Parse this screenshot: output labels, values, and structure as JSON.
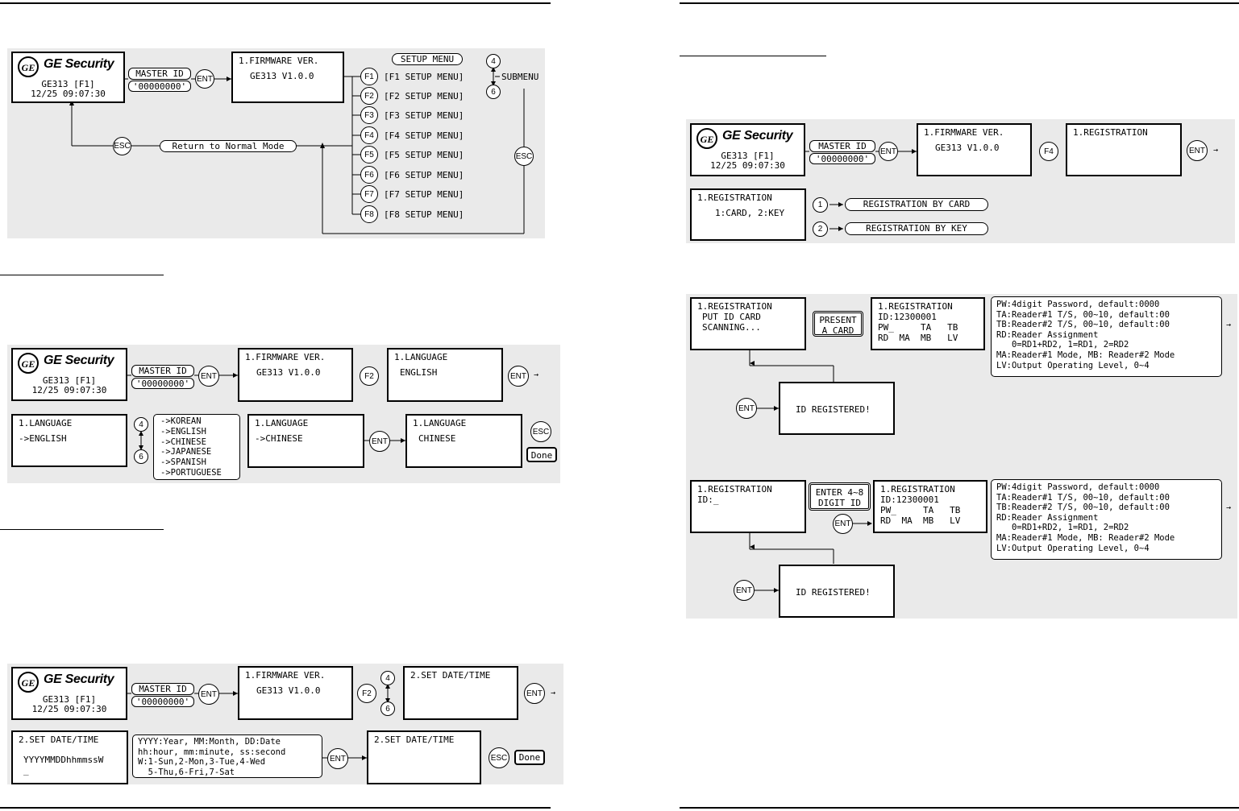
{
  "ge_screen": {
    "brand": "GE Security",
    "logo": "GE",
    "model": "GE313 [F1]",
    "clock": "12/25 09:07:30"
  },
  "master_id": {
    "label": "MASTER ID",
    "value": "00000000"
  },
  "keys": {
    "ent": "ENT",
    "esc": "ESC",
    "f1": "F1",
    "f2": "F2",
    "f3": "F3",
    "f4": "F4",
    "f5": "F5",
    "f6": "F6",
    "f7": "F7",
    "f8": "F8",
    "n4": "4",
    "n6": "6",
    "n1": "1",
    "n2": "2"
  },
  "firmware": {
    "line1": "1.FIRMWARE VER.",
    "line2": "GE313 V1.0.0"
  },
  "setup": {
    "menu_title": "SETUP MENU",
    "submenu": "SUBMENU",
    "return_label": "Return to Normal Mode",
    "items": [
      "[F1 SETUP MENU]",
      "[F2 SETUP MENU]",
      "[F3 SETUP MENU]",
      "[F4 SETUP MENU]",
      "[F5 SETUP MENU]",
      "[F6 SETUP MENU]",
      "[F7 SETUP MENU]",
      "[F8 SETUP MENU]"
    ]
  },
  "language": {
    "title": "1.LANGUAGE",
    "english": "ENGLISH",
    "sel_english": "->ENGLISH",
    "sel_chinese": "->CHINESE",
    "chinese": "CHINESE",
    "options": [
      "->KOREAN",
      "->ENGLISH",
      "->CHINESE",
      "->JAPANESE",
      "->SPANISH",
      "->PORTUGUESE"
    ],
    "done": "Done"
  },
  "datetime": {
    "title": "2.SET DATE/TIME",
    "format": "YYYYMMDDhhmmssW",
    "cursor": "_",
    "help": [
      "YYYY:Year, MM:Month, DD:Date",
      "hh:hour, mm:minute, ss:second",
      "W:1-Sun,2-Mon,3-Tue,4-Wed",
      "  5-Thu,6-Fri,7-Sat"
    ]
  },
  "registration": {
    "title": "1.REGISTRATION",
    "choice": "1:CARD, 2:KEY",
    "by_card": "REGISTRATION BY CARD",
    "by_key": "REGISTRATION BY KEY",
    "put_card": "PUT ID CARD",
    "scanning": "SCANNING...",
    "present_card": [
      "PRESENT",
      "A CARD"
    ],
    "enter_id": [
      "ENTER 4~8",
      "DIGIT ID"
    ],
    "id_prompt": "ID:_",
    "result_id": "ID:12300001",
    "result_row1": "PW_     TA   TB",
    "result_row2": "RD  MA  MB   LV",
    "registered": "ID REGISTERED!",
    "legend": [
      "PW:4digit Password, default:0000",
      "TA:Reader#1 T/S, 00~10, default:00",
      "TB:Reader#2 T/S, 00~10, default:00",
      "RD:Reader Assignment",
      "   0=RD1+RD2, 1=RD1, 2=RD2",
      "MA:Reader#1 Mode, MB: Reader#2 Mode",
      "LV:Output Operating Level, 0~4"
    ]
  }
}
